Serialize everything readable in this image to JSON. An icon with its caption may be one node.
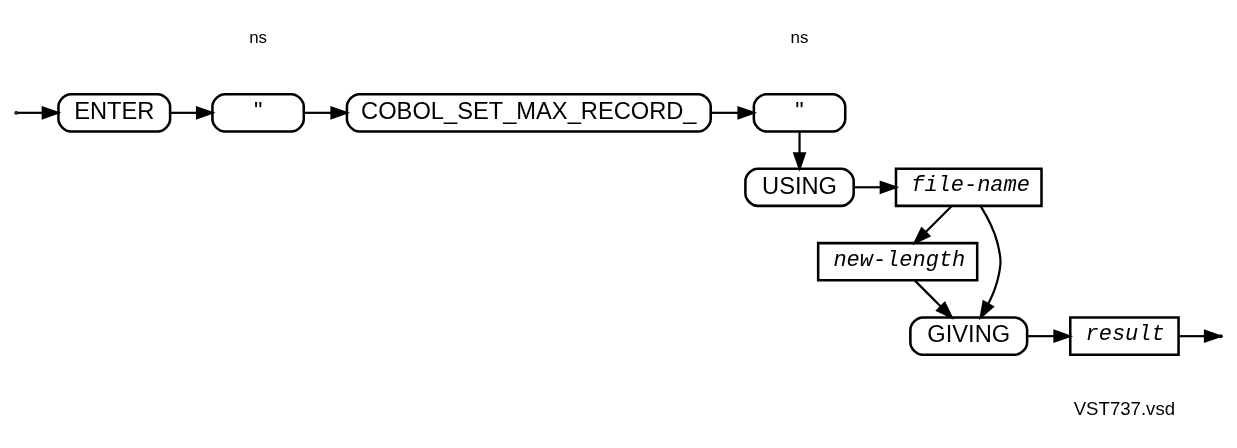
{
  "diagram": {
    "nodes": [
      {
        "text": [
          "ENTER"
        ]
      },
      {
        "text": [
          "\""
        ]
      },
      {
        "text": [
          "COBOL_SET_MAX_RECORD_"
        ]
      },
      {
        "text": [
          "\""
        ]
      },
      {
        "text": [
          "USING"
        ]
      },
      {
        "text": [
          "file-name"
        ]
      },
      {
        "text": [
          "new-length"
        ]
      },
      {
        "text": [
          "GIVING"
        ]
      },
      {
        "text": [
          "result"
        ]
      }
    ],
    "edges": [
      {
        "from": null,
        "to": 0,
        "arrow": "to"
      },
      {
        "from": 0,
        "to": 1,
        "arrow": "to"
      },
      {
        "from": 1,
        "to": 2,
        "arrow": "to"
      },
      {
        "from": 2,
        "to": 3,
        "arrow": "to"
      },
      {
        "from": 3,
        "to": 4,
        "arrow": "to"
      },
      {
        "from": 4,
        "to": 5,
        "arrow": "to"
      },
      {
        "from": 5,
        "to": 6,
        "arrow": "to"
      },
      {
        "from": 5,
        "to": 7,
        "arrow": "to"
      },
      {
        "from": 6,
        "to": 7,
        "arrow": "to"
      },
      {
        "from": 7,
        "to": 8,
        "arrow": "to"
      },
      {
        "from": 8,
        "to": null,
        "arrow": "to"
      }
    ],
    "labels": [
      "ns",
      "ns",
      "VST737.vsd"
    ]
  }
}
